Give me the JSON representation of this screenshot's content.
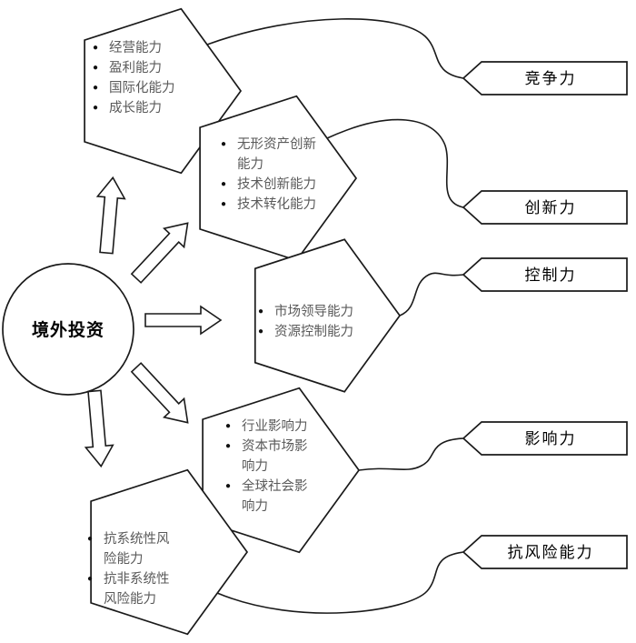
{
  "center": {
    "label": "境外投资"
  },
  "groups": [
    {
      "id": "competitiveness",
      "items": [
        "经营能力",
        "盈利能力",
        "国际化能力",
        "成长能力"
      ],
      "banner": "竞争力"
    },
    {
      "id": "innovation",
      "items": [
        "无形资产创新能力",
        "技术创新能力",
        "技术转化能力"
      ],
      "banner": "创新力"
    },
    {
      "id": "control",
      "items": [
        "市场领导能力",
        "资源控制能力"
      ],
      "banner": "控制力"
    },
    {
      "id": "influence",
      "items": [
        "行业影响力",
        "资本市场影响力",
        "全球社会影响力"
      ],
      "banner": "影响力"
    },
    {
      "id": "risk-resistance",
      "items": [
        "抗系统性风险能力",
        "抗非系统性风险能力"
      ],
      "banner": "抗风险能力"
    }
  ],
  "colors": {
    "line": "#1a1a1a",
    "item_text": "#5a5a5a",
    "banner_text": "#000000",
    "fill": "#ffffff"
  }
}
